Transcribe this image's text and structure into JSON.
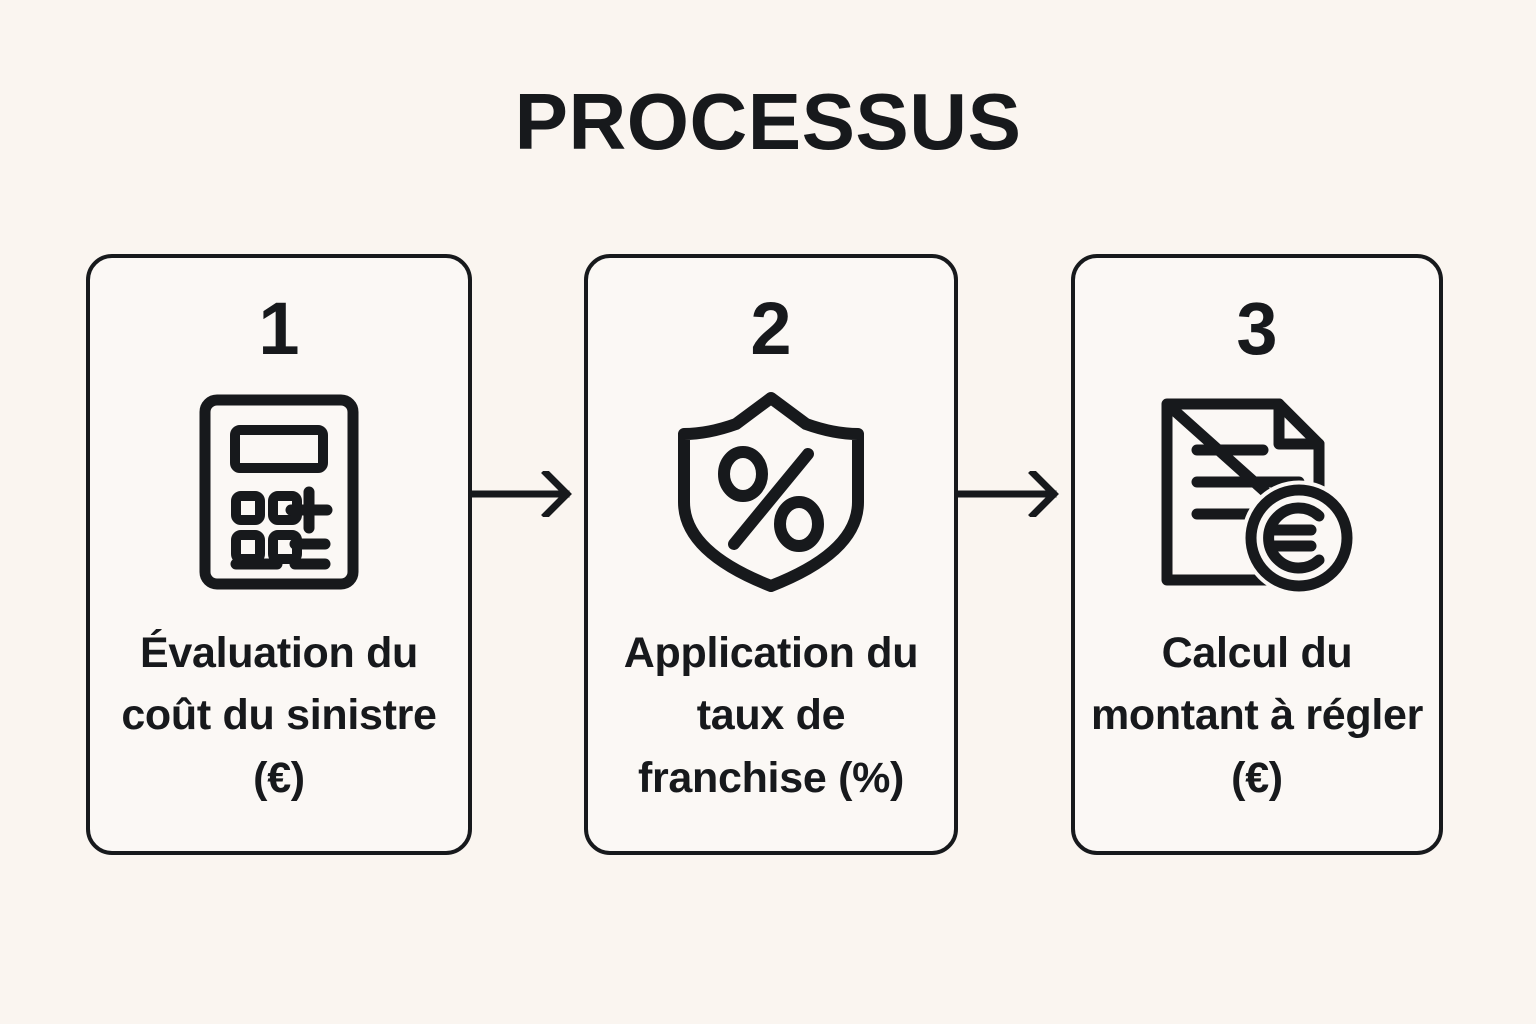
{
  "page": {
    "title": "PROCESSUS",
    "background_color": "#faf5f0",
    "card_fill_color": "#fbf8f5",
    "ink_color": "#17191c"
  },
  "steps": [
    {
      "number": "1",
      "icon": "calculator-icon",
      "label": "Évaluation du coût du sinistre (€)"
    },
    {
      "number": "2",
      "icon": "shield-percent-icon",
      "label": "Application du taux de franchise (%)"
    },
    {
      "number": "3",
      "icon": "document-euro-icon",
      "label": "Calcul du montant à régler (€)"
    }
  ],
  "connectors": [
    {
      "name": "arrow-step-1-to-2",
      "direction": "right"
    },
    {
      "name": "arrow-step-2-to-3",
      "direction": "right"
    }
  ]
}
